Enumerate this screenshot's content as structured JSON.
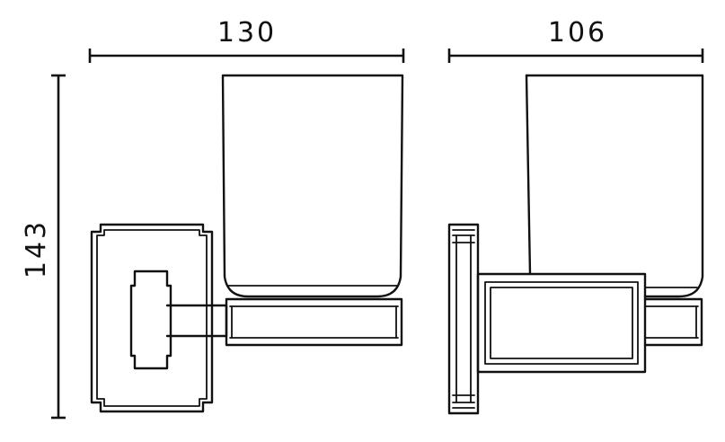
{
  "dimensions": {
    "width_label": "130",
    "depth_label": "106",
    "height_label": "143"
  }
}
